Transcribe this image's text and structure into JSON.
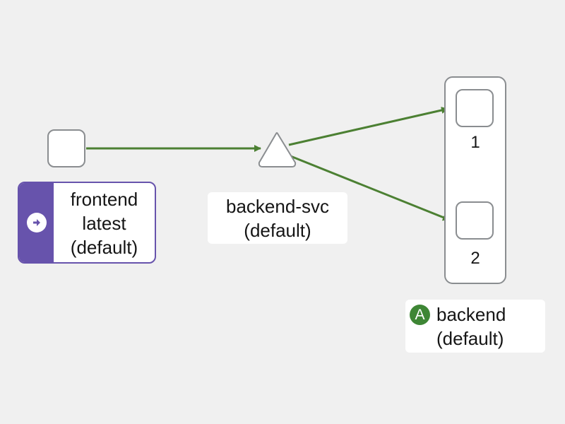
{
  "colors": {
    "background": "#f0f0f0",
    "edge": "#4c8033",
    "node_border": "#8a8d90",
    "workload_accent": "#6753ac",
    "app_badge": "#3e8635"
  },
  "nodes": {
    "frontend": {
      "icon": "arrow-right-circle-icon",
      "name": "frontend",
      "version": "latest",
      "namespace": "(default)"
    },
    "service": {
      "shape": "triangle",
      "name": "backend-svc",
      "namespace": "(default)"
    },
    "app": {
      "badge": "A",
      "name": "backend",
      "namespace": "(default)",
      "pods": [
        {
          "label": "1"
        },
        {
          "label": "2"
        }
      ]
    }
  },
  "edges": [
    {
      "from": "frontend",
      "to": "backend-svc"
    },
    {
      "from": "backend-svc",
      "to": "1"
    },
    {
      "from": "backend-svc",
      "to": "2"
    }
  ]
}
